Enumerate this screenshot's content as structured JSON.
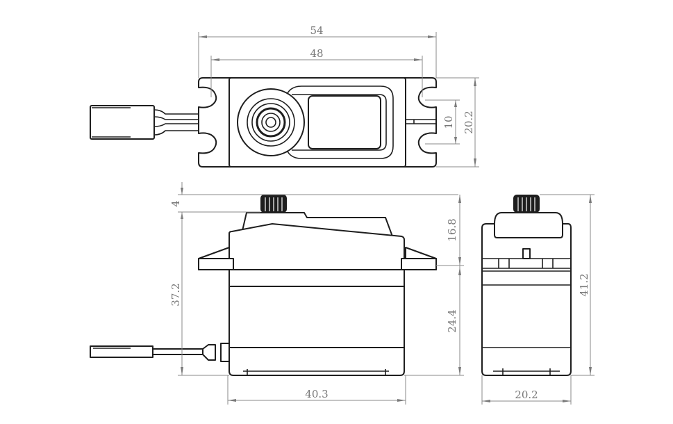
{
  "drawing": {
    "subject": "servo dimension drawing",
    "units": "mm",
    "line_color": "#1e1e1e",
    "dimension_color": "#8a8a8a"
  },
  "top_view": {
    "dimensions": {
      "overall_length": "54",
      "mount_hole_spacing": "48",
      "mount_slot_spacing": "10",
      "width": "20.2"
    }
  },
  "front_view": {
    "dimensions": {
      "spline_height": "4",
      "body_height": "37.2",
      "upper_height": "16.8",
      "lower_height": "24.4",
      "body_length": "40.3"
    }
  },
  "side_view": {
    "dimensions": {
      "total_height": "41.2",
      "width": "20.2"
    }
  }
}
